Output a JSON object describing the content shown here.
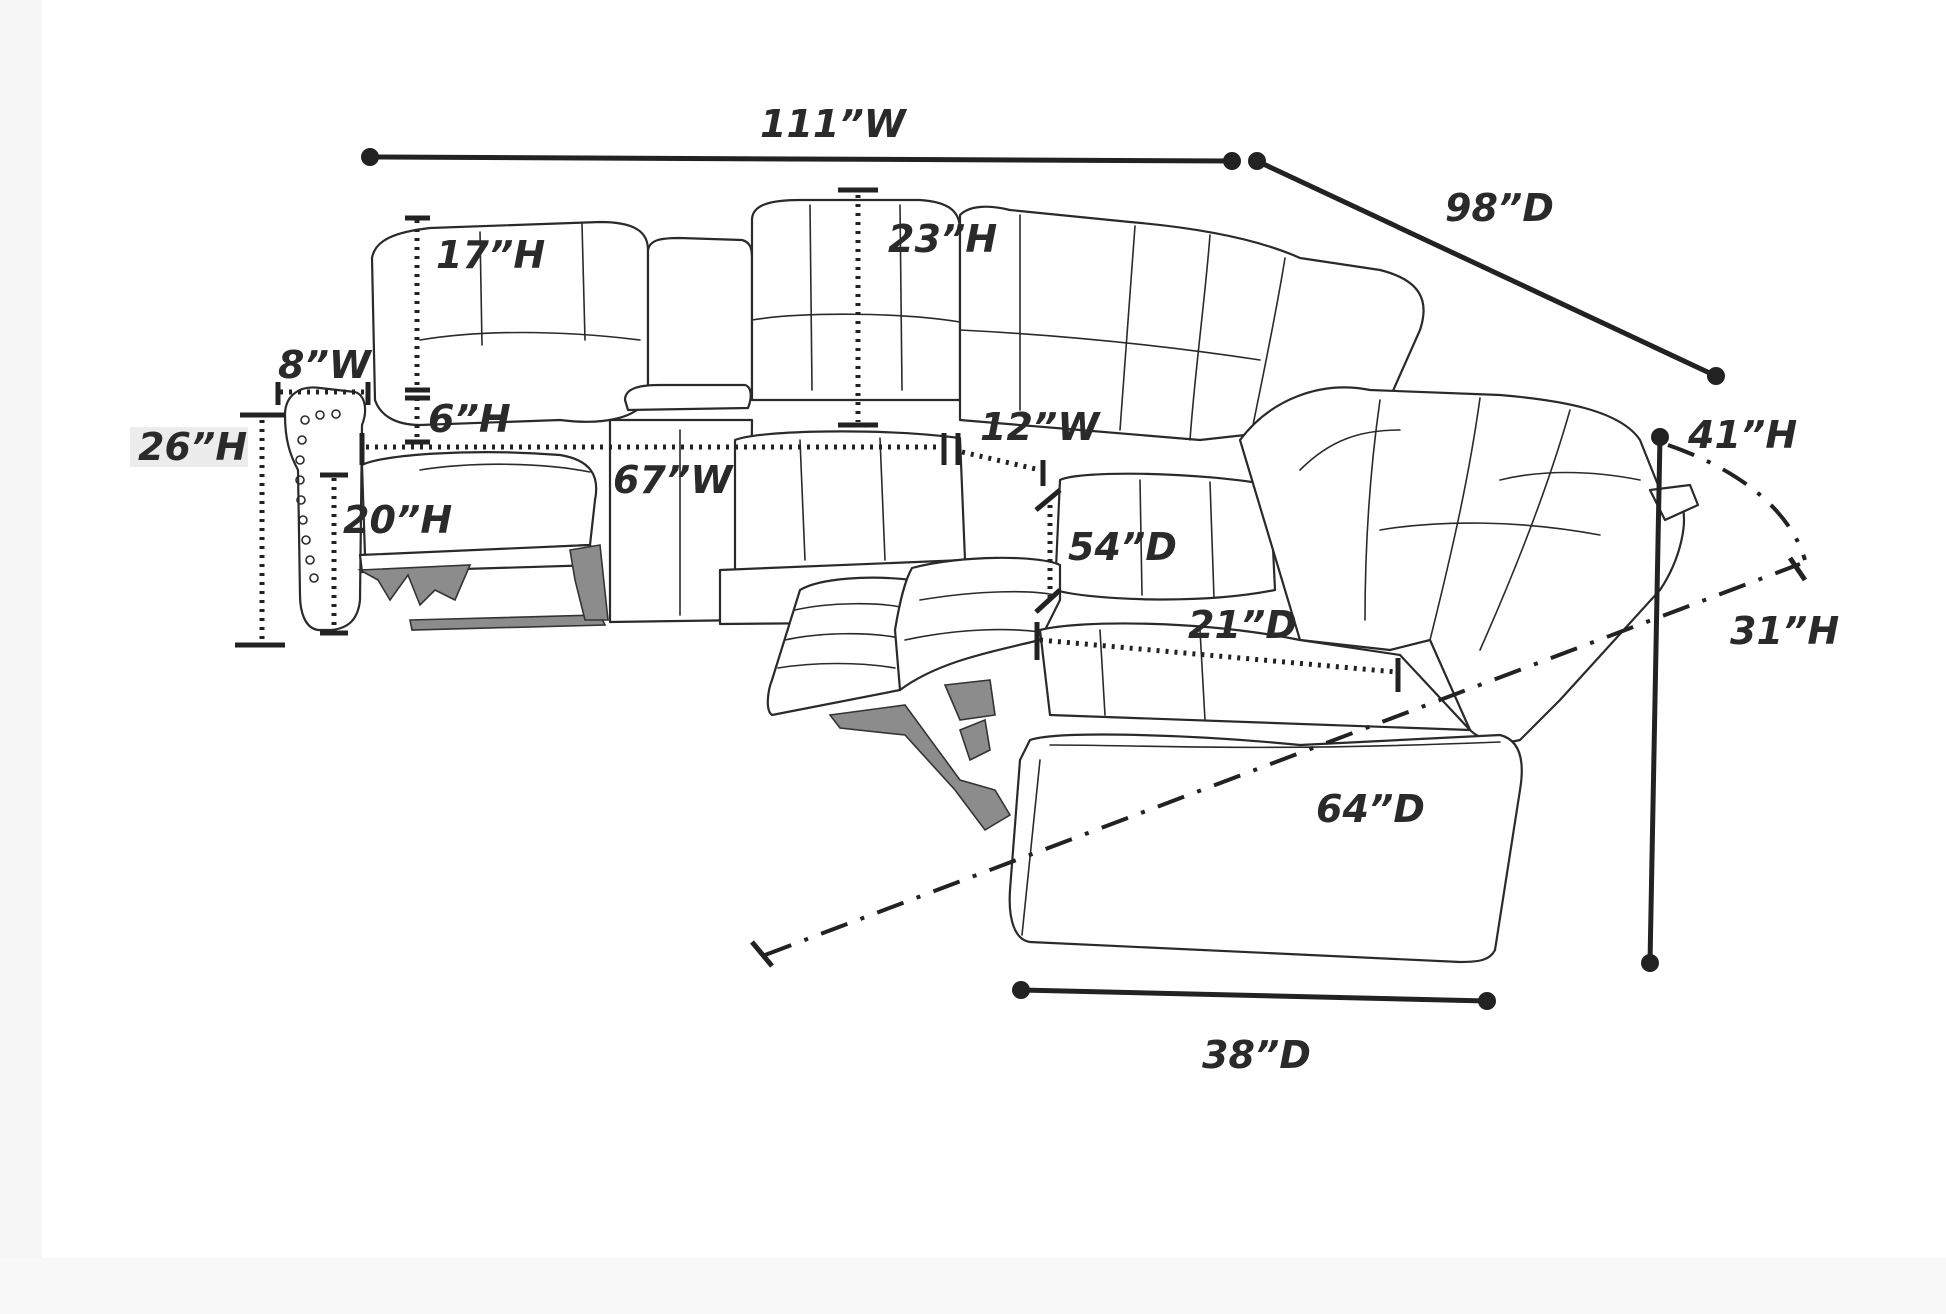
{
  "diagram": {
    "subject": "sectional recliner sofa",
    "dimensions": {
      "overall_width": "111”W",
      "overall_depth": "98”D",
      "arm_height": "26”H",
      "arm_width": "8”W",
      "back_height_left": "17”H",
      "arm_above_seat": "6”H",
      "seat_height": "20”H",
      "seat_width_run": "67”W",
      "console_back_height": "23”H",
      "wedge_width": "12”W",
      "reclined_depth_mid": "54”D",
      "seat_depth": "21”D",
      "total_height": "41”H",
      "back_rise": "31”H",
      "reclined_depth_full": "64”D",
      "chaise_depth": "38”D"
    }
  }
}
